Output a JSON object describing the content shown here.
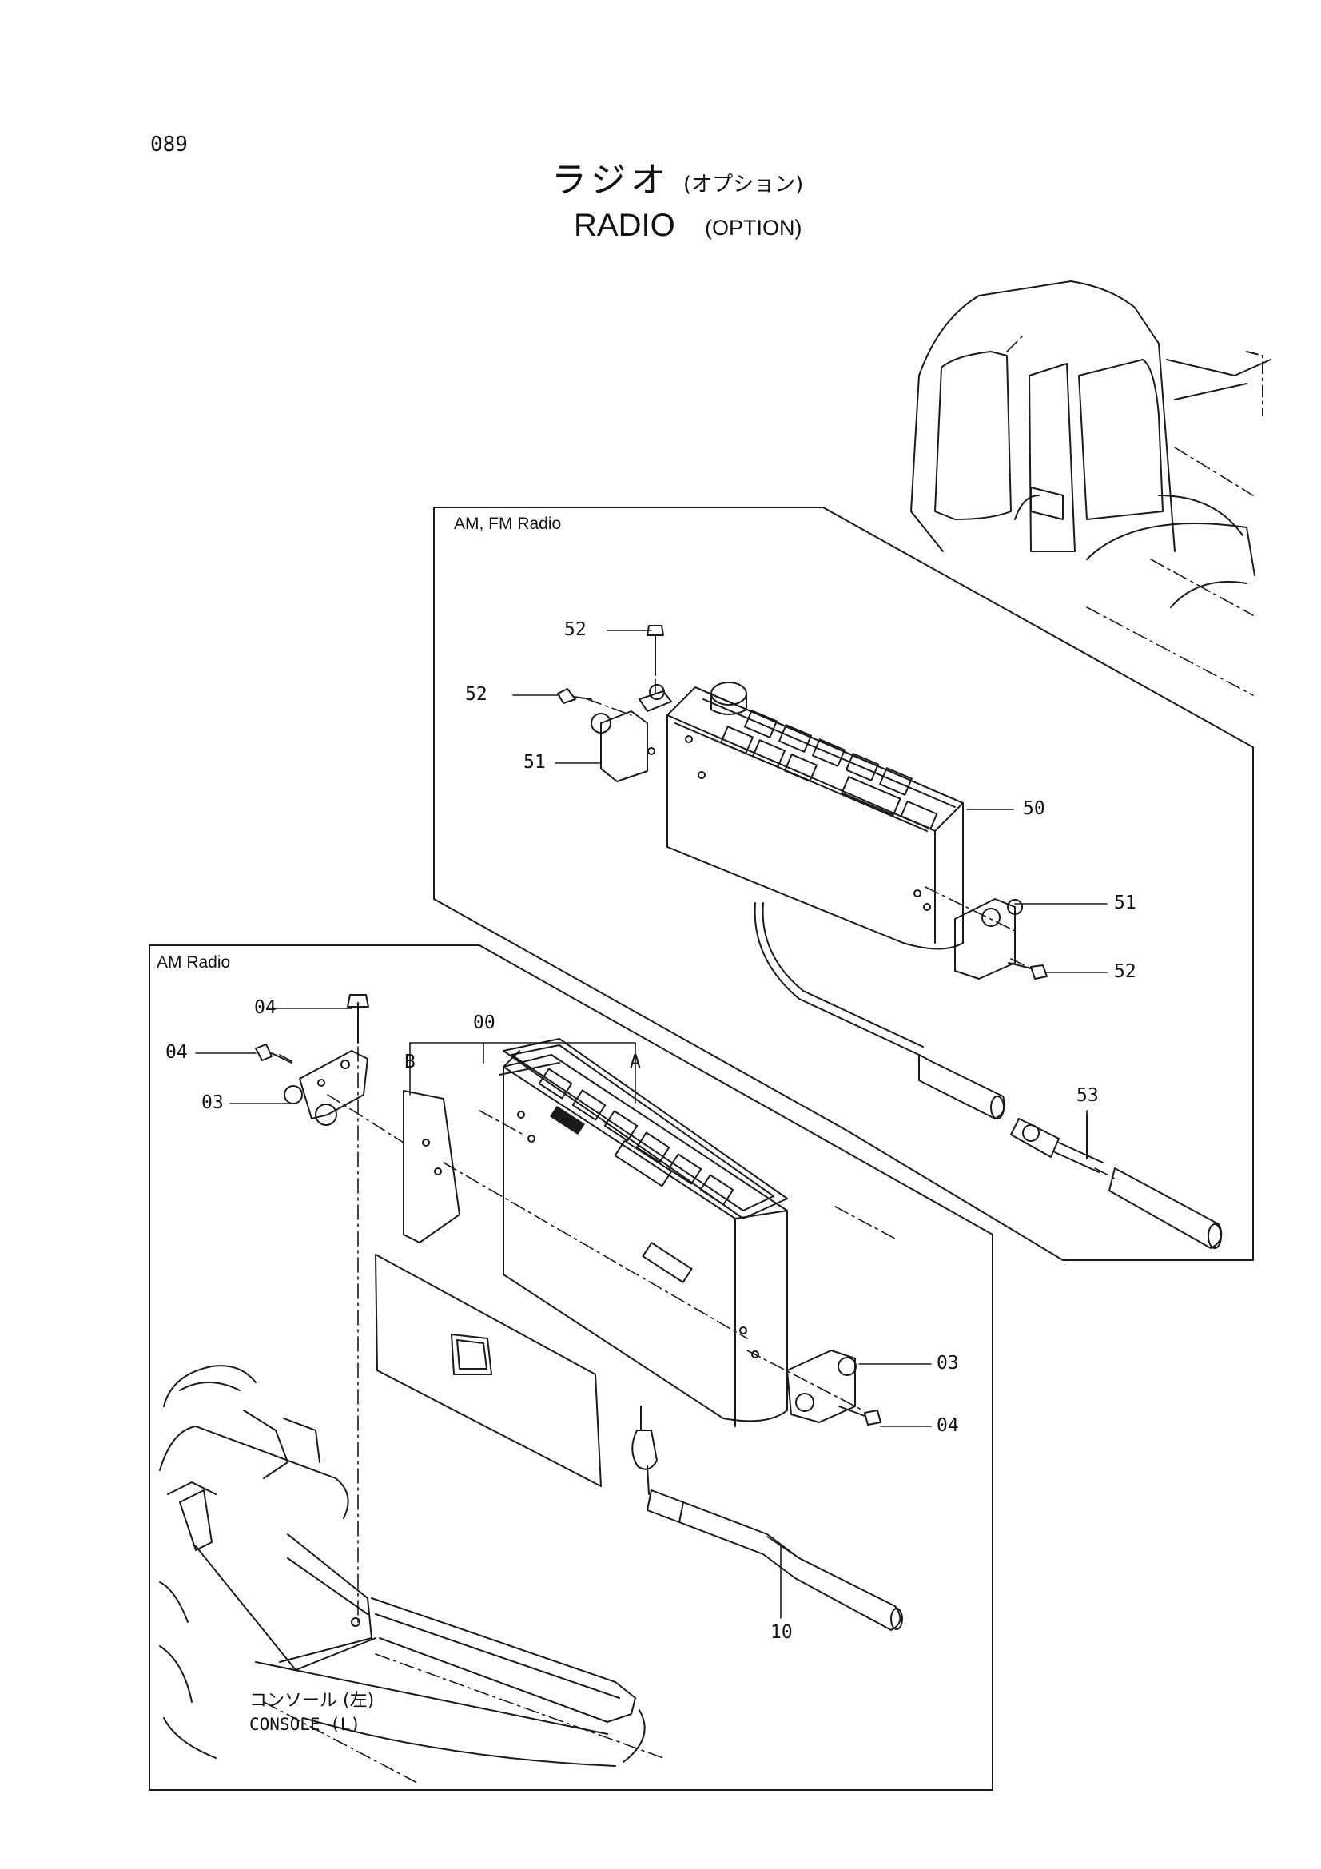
{
  "page_number": "089",
  "title": {
    "japanese": "ラジオ",
    "japanese_sub": "(オプション)",
    "english": "RADIO",
    "english_sub": "(OPTION)"
  },
  "panels": {
    "amfm_label": "AM, FM Radio",
    "am_label": "AM Radio"
  },
  "callouts": {
    "amfm": [
      {
        "id": "52a",
        "label": "52"
      },
      {
        "id": "52b",
        "label": "52"
      },
      {
        "id": "51a",
        "label": "51"
      },
      {
        "id": "50",
        "label": "50"
      },
      {
        "id": "51b",
        "label": "51"
      },
      {
        "id": "52c",
        "label": "52"
      },
      {
        "id": "53",
        "label": "53"
      }
    ],
    "am": [
      {
        "id": "04a",
        "label": "04"
      },
      {
        "id": "04b",
        "label": "04"
      },
      {
        "id": "03a",
        "label": "03"
      },
      {
        "id": "00",
        "label": "00"
      },
      {
        "id": "B",
        "label": "B"
      },
      {
        "id": "A",
        "label": "A"
      },
      {
        "id": "03b",
        "label": "03"
      },
      {
        "id": "04c",
        "label": "04"
      },
      {
        "id": "10",
        "label": "10"
      }
    ]
  },
  "console": {
    "japanese": "コンソール (左)",
    "english": "CONSOLE (L)"
  }
}
